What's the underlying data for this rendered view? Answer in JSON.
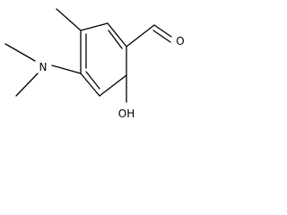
{
  "molecule": {
    "atoms": {
      "nitrogen": "N",
      "oxygen_aldehyde": "O",
      "hydroxyl": "OH"
    }
  }
}
